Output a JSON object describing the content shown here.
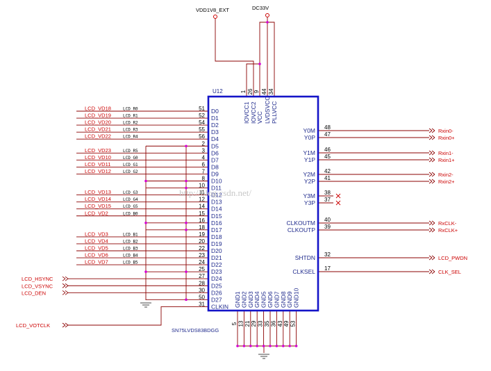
{
  "component": {
    "ref": "U12",
    "part": "SN75LVDS83BDGG",
    "power_net_left": "VDD1V8_EXT",
    "power_net_right": "DC33V"
  },
  "watermark": "http://blog.csdn.net/",
  "top_pins": [
    {
      "name": "IOVCC1",
      "num": "1"
    },
    {
      "name": "IOVCC2",
      "num": "26"
    },
    {
      "name": "VCC",
      "num": "9"
    },
    {
      "name": "LVDSVCC",
      "num": "44"
    },
    {
      "name": "PLLVCC",
      "num": "34"
    }
  ],
  "left_pins": [
    {
      "name": "D0",
      "num": "51",
      "signal": "LCD_VD18",
      "net": "LCD_R0"
    },
    {
      "name": "D1",
      "num": "52",
      "signal": "LCD_VD19",
      "net": "LCD_R1"
    },
    {
      "name": "D2",
      "num": "54",
      "signal": "LCD_VD20",
      "net": "LCD_R2"
    },
    {
      "name": "D3",
      "num": "55",
      "signal": "LCD_VD21",
      "net": "LCD_R3"
    },
    {
      "name": "D4",
      "num": "56",
      "signal": "LCD_VD22",
      "net": "LCD_R4"
    },
    {
      "name": "D5",
      "num": "2",
      "signal": "",
      "net": ""
    },
    {
      "name": "D6",
      "num": "3",
      "signal": "LCD_VD23",
      "net": "LCD_R5"
    },
    {
      "name": "D7",
      "num": "4",
      "signal": "LCD_VD10",
      "net": "LCD_G0"
    },
    {
      "name": "D8",
      "num": "6",
      "signal": "LCD_VD11",
      "net": "LCD_G1"
    },
    {
      "name": "D9",
      "num": "7",
      "signal": "LCD_VD12",
      "net": "LCD_G2"
    },
    {
      "name": "D10",
      "num": "8",
      "signal": "",
      "net": ""
    },
    {
      "name": "D11",
      "num": "10",
      "signal": "",
      "net": ""
    },
    {
      "name": "D12",
      "num": "11",
      "signal": "LCD_VD13",
      "net": "LCD_G3"
    },
    {
      "name": "D13",
      "num": "12",
      "signal": "LCD_VD14",
      "net": "LCD_G4"
    },
    {
      "name": "D14",
      "num": "14",
      "signal": "LCD_VD15",
      "net": "LCD_G5"
    },
    {
      "name": "D15",
      "num": "15",
      "signal": "LCD_VD2",
      "net": "LCD_B0"
    },
    {
      "name": "D16",
      "num": "16",
      "signal": "",
      "net": ""
    },
    {
      "name": "D17",
      "num": "18",
      "signal": "",
      "net": ""
    },
    {
      "name": "D18",
      "num": "19",
      "signal": "LCD_VD3",
      "net": "LCD_B1"
    },
    {
      "name": "D19",
      "num": "20",
      "signal": "LCD_VD4",
      "net": "LCD_B2"
    },
    {
      "name": "D20",
      "num": "22",
      "signal": "LCD_VD5",
      "net": "LCD_B3"
    },
    {
      "name": "D21",
      "num": "23",
      "signal": "LCD_VD6",
      "net": "LCD_B4"
    },
    {
      "name": "D22",
      "num": "24",
      "signal": "LCD_VD7",
      "net": "LCD_B5"
    },
    {
      "name": "D23",
      "num": "25",
      "signal": "",
      "net": ""
    },
    {
      "name": "D24",
      "num": "27",
      "signal": "LCD_HSYNC",
      "net": ""
    },
    {
      "name": "D25",
      "num": "28",
      "signal": "LCD_VSYNC",
      "net": ""
    },
    {
      "name": "D26",
      "num": "30",
      "signal": "LCD_DEN",
      "net": ""
    },
    {
      "name": "D27",
      "num": "50",
      "signal": "",
      "net": ""
    },
    {
      "name": "CLKIN",
      "num": "31",
      "signal": "LCD_VOTCLK",
      "net": ""
    }
  ],
  "right_pins": [
    {
      "name": "Y0M",
      "num": "48",
      "signal": "Rxin0-"
    },
    {
      "name": "Y0P",
      "num": "47",
      "signal": "Rxin0+"
    },
    {
      "name": "Y1M",
      "num": "46",
      "signal": "Rxin1-"
    },
    {
      "name": "Y1P",
      "num": "45",
      "signal": "Rxin1+"
    },
    {
      "name": "Y2M",
      "num": "42",
      "signal": "Rxin2-"
    },
    {
      "name": "Y2P",
      "num": "41",
      "signal": "Rxin2+"
    },
    {
      "name": "Y3M",
      "num": "38",
      "signal": ""
    },
    {
      "name": "Y3P",
      "num": "37",
      "signal": ""
    },
    {
      "name": "CLKOUTM",
      "num": "40",
      "signal": "RxCLK-"
    },
    {
      "name": "CLKOUTP",
      "num": "39",
      "signal": "RxCLK+"
    },
    {
      "name": "SHTDN",
      "num": "32",
      "signal": "LCD_PWDN"
    },
    {
      "name": "CLKSEL",
      "num": "17",
      "signal": "CLK_SEL"
    }
  ],
  "bottom_pins": [
    {
      "name": "GND1",
      "num": "5"
    },
    {
      "name": "GND2",
      "num": "13"
    },
    {
      "name": "GND3",
      "num": "21"
    },
    {
      "name": "GND4",
      "num": "29"
    },
    {
      "name": "GND5",
      "num": "33"
    },
    {
      "name": "GND6",
      "num": "35"
    },
    {
      "name": "GND7",
      "num": "36"
    },
    {
      "name": "GND8",
      "num": "43"
    },
    {
      "name": "GND9",
      "num": "49"
    },
    {
      "name": "GND10",
      "num": "53"
    }
  ]
}
